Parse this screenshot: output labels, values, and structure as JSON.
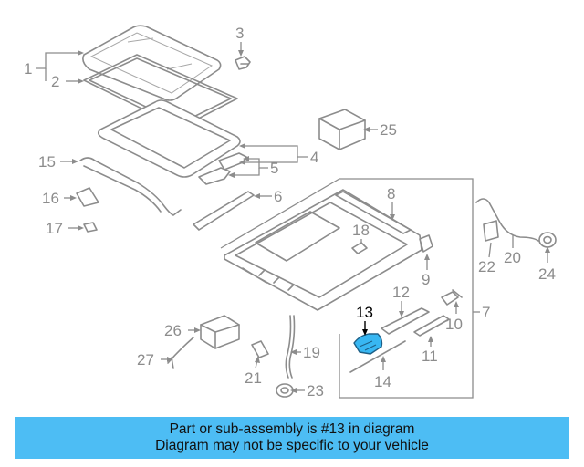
{
  "callouts": {
    "c1": "1",
    "c2": "2",
    "c3": "3",
    "c4": "4",
    "c5": "5",
    "c6": "6",
    "c7": "7",
    "c8": "8",
    "c9": "9",
    "c10": "10",
    "c11": "11",
    "c12": "12",
    "c13": "13",
    "c14": "14",
    "c15": "15",
    "c16": "16",
    "c17": "17",
    "c18": "18",
    "c19": "19",
    "c20": "20",
    "c21": "21",
    "c22": "22",
    "c23": "23",
    "c24": "24",
    "c25": "25",
    "c26": "26",
    "c27": "27"
  },
  "highlight": {
    "part_number": "13",
    "color": "#38b7f2"
  },
  "banner": {
    "line1": "Part or sub-assembly is #13 in diagram",
    "line2": "Diagram may not be specific to your vehicle",
    "background": "#4dbdf4"
  }
}
